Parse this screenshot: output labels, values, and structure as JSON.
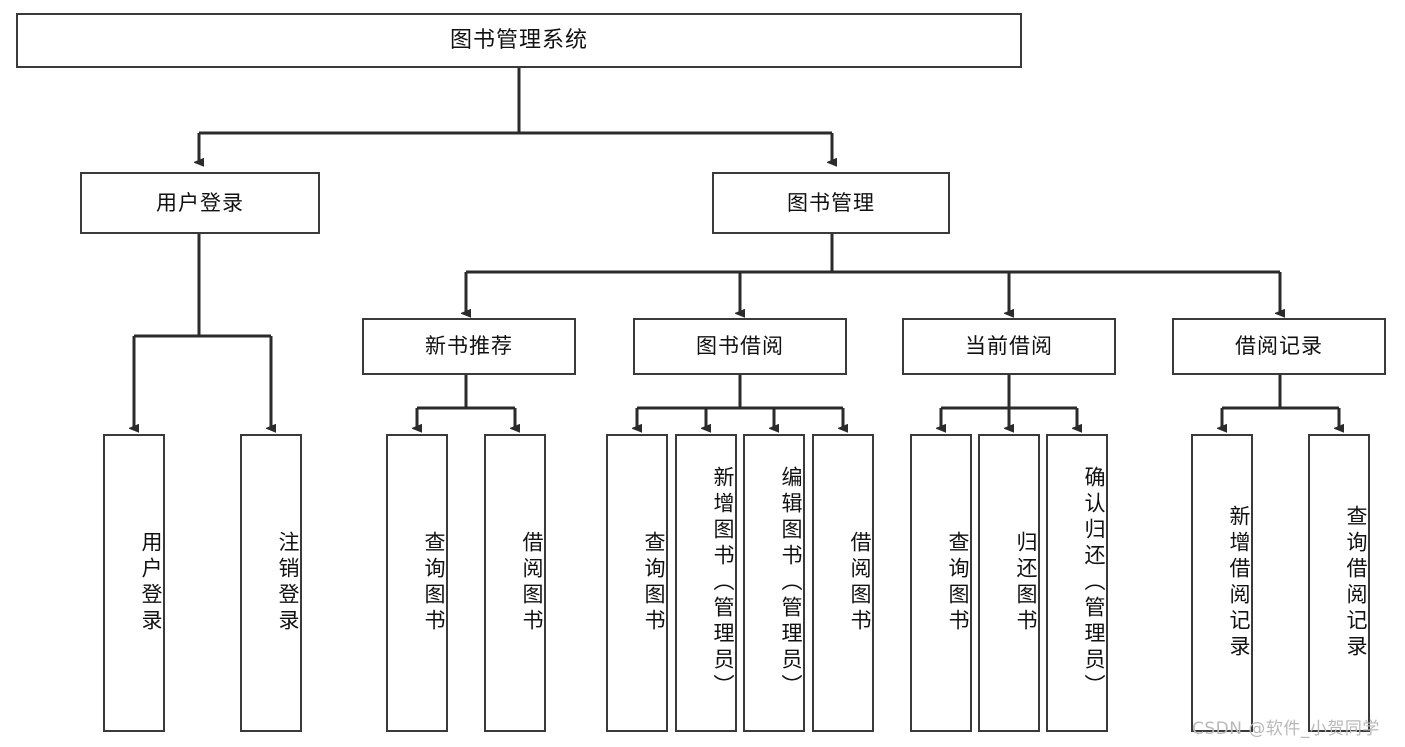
{
  "diagram": {
    "type": "tree",
    "title": "图书管理系统",
    "orientation": "top-down",
    "colors": {
      "box_border": "#3a3a3a",
      "box_fill": "#ffffff",
      "edge": "#2b2b2b",
      "text": "#111111",
      "watermark": "#b9b9b9"
    },
    "root": {
      "label": "图书管理系统"
    },
    "level2": [
      {
        "label": "用户登录"
      },
      {
        "label": "图书管理"
      }
    ],
    "level3": [
      {
        "label": "新书推荐"
      },
      {
        "label": "图书借阅"
      },
      {
        "label": "当前借阅"
      },
      {
        "label": "借阅记录"
      }
    ],
    "leaves": {
      "user_login": [
        {
          "label": "用户登录"
        },
        {
          "label": "注销登录"
        }
      ],
      "new_book_recommend": [
        {
          "label": "查询图书"
        },
        {
          "label": "借阅图书"
        }
      ],
      "book_borrow": [
        {
          "label": "查询图书"
        },
        {
          "label": "新增图书（管理员）"
        },
        {
          "label": "编辑图书（管理员）"
        },
        {
          "label": "借阅图书"
        }
      ],
      "current_borrow": [
        {
          "label": "查询图书"
        },
        {
          "label": "归还图书"
        },
        {
          "label": "确认归还（管理员）"
        }
      ],
      "borrow_record": [
        {
          "label": "新增借阅记录"
        },
        {
          "label": "查询借阅记录"
        }
      ]
    }
  },
  "watermark": {
    "text": "CSDN @软件_小贺同学"
  }
}
